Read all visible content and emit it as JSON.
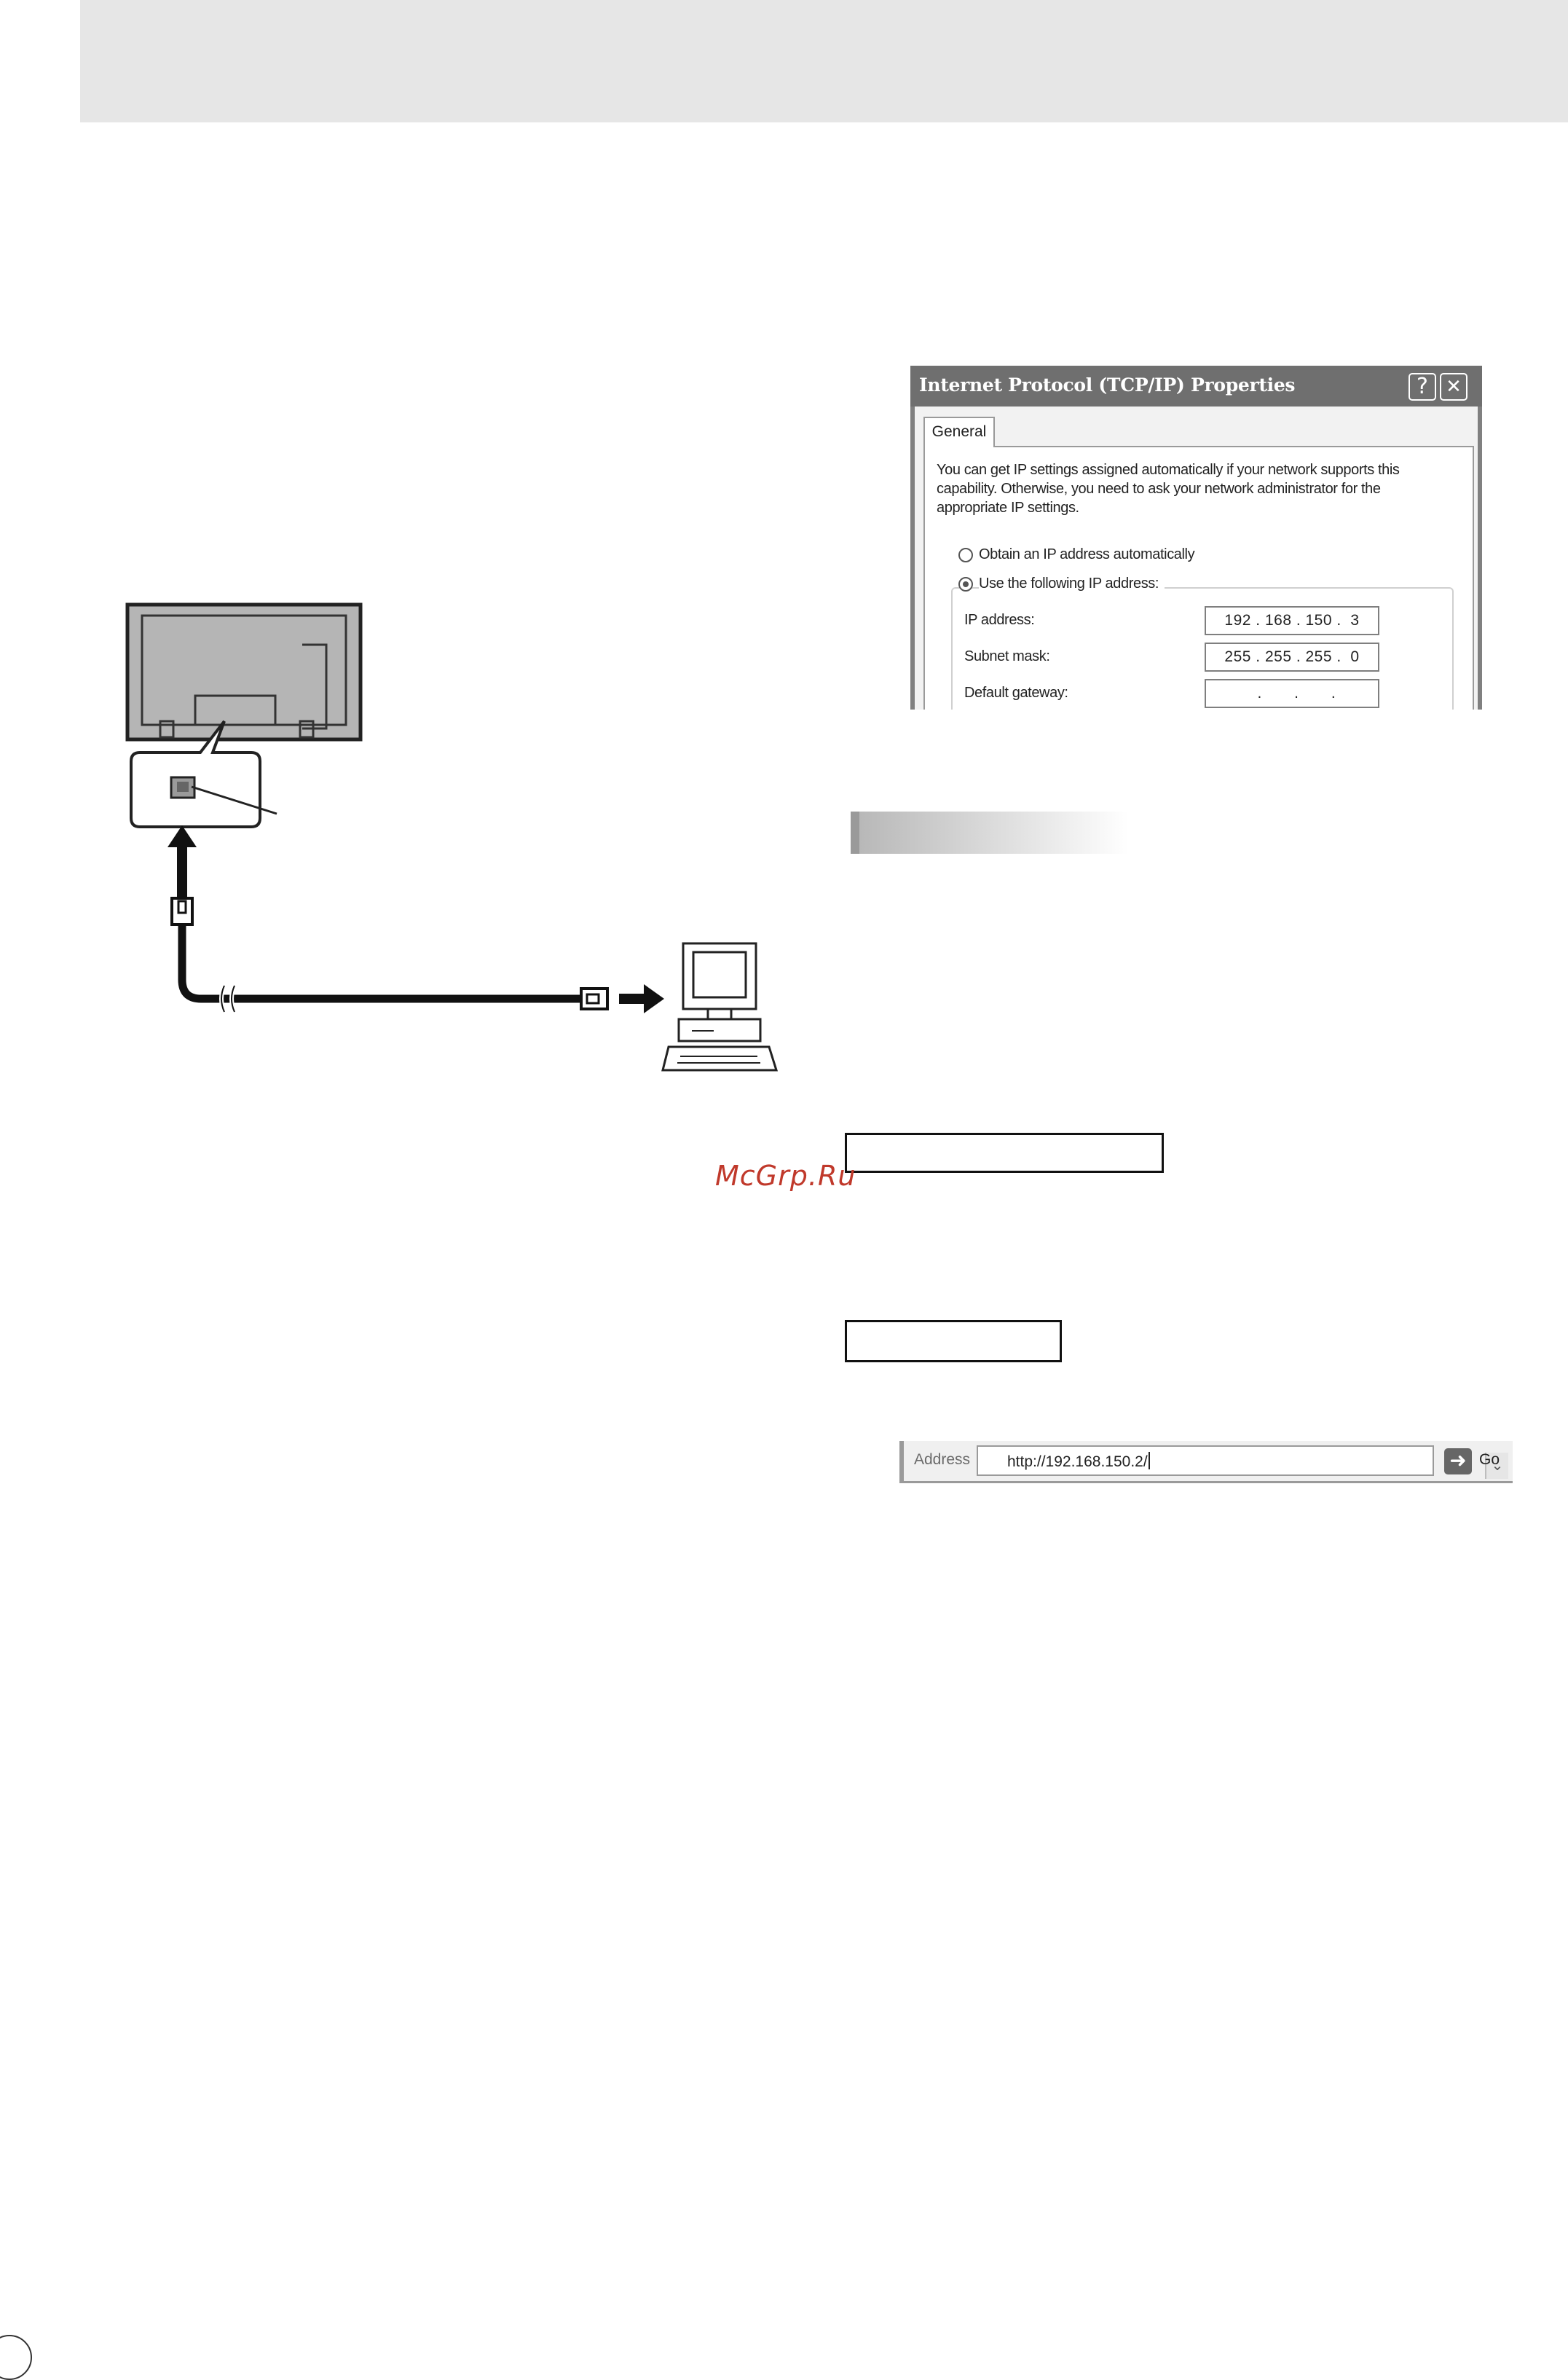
{
  "dialog": {
    "title": "Internet Protocol (TCP/IP) Properties",
    "help_button": "?",
    "close_button": "✕",
    "tab_general": "General",
    "description": "You can get IP settings assigned automatically if your network supports this capability. Otherwise, you need to ask your network administrator for the appropriate IP settings.",
    "radio_auto": "Obtain an IP address automatically",
    "radio_manual": "Use the following IP address:",
    "ip_label": "IP address:",
    "ip_value": "192 . 168 . 150 .  3",
    "subnet_label": "Subnet mask:",
    "subnet_value": "255 . 255 . 255 .  0",
    "gateway_label": "Default gateway:",
    "gateway_value": "      .       .       .    "
  },
  "watermark": "McGrp.Ru",
  "address_bar": {
    "label": "Address",
    "url": "http://192.168.150.2/",
    "go_label": "Go"
  }
}
